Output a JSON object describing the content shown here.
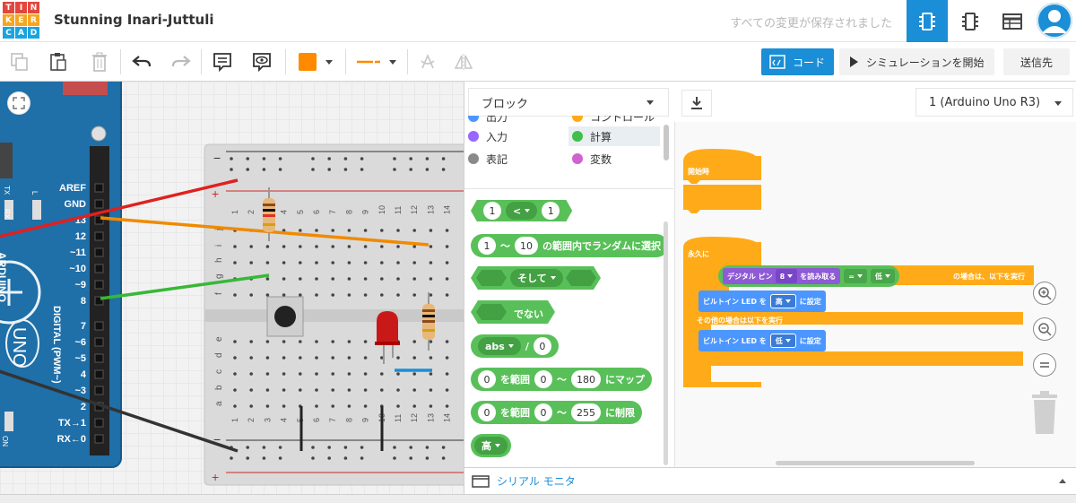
{
  "header": {
    "logo_letters": [
      "T",
      "I",
      "N",
      "K",
      "E",
      "R",
      "C",
      "A",
      "D"
    ],
    "logo_colors": [
      "#e2473e",
      "#e2473e",
      "#e2473e",
      "#f6a623",
      "#f6a623",
      "#f6a623",
      "#1aa4df",
      "#1aa4df",
      "#1aa4df"
    ],
    "title": "Stunning Inari-Juttuli",
    "saved_status": "すべての変更が保存されました",
    "accent": "#1a8ed6"
  },
  "toolbar": {
    "code_label": "コード",
    "simulate_label": "シミュレーションを開始",
    "send_label": "送信先",
    "color_swatch": "#ff8a00"
  },
  "code_panel": {
    "mode_dropdown": "ブロック",
    "device_dropdown": "1 (Arduino Uno R3)",
    "categories": [
      {
        "label": "出力",
        "color": "#4c97ff"
      },
      {
        "label": "コントロール",
        "color": "#ffab19"
      },
      {
        "label": "入力",
        "color": "#9966ff"
      },
      {
        "label": "計算",
        "color": "#40bf4a"
      },
      {
        "label": "表記",
        "color": "#8a8a8a"
      },
      {
        "label": "変数",
        "color": "#cf63cf"
      }
    ],
    "palette": {
      "compare": {
        "left": "1",
        "op": "<",
        "right": "1"
      },
      "random": {
        "from": "1",
        "sep": "〜",
        "to": "10",
        "suffix": "の範囲内でランダムに選択"
      },
      "and_label": "そして",
      "not_label": "でない",
      "math": {
        "fn": "abs",
        "sep": "/",
        "value": "0"
      },
      "map": {
        "value": "0",
        "label1": "を範囲",
        "from": "0",
        "sep": "〜",
        "to": "180",
        "suffix": "にマップ"
      },
      "constrain": {
        "value": "0",
        "label1": "を範囲",
        "from": "0",
        "sep": "〜",
        "to": "255",
        "suffix": "に制限"
      },
      "high_label": "高"
    },
    "workspace": {
      "start_label": "開始時",
      "forever_label": "永久に",
      "if_pin_label": "デジタル ピン",
      "pin_value": "8",
      "read_label": "を読み取る",
      "eq_op": "=",
      "low_value": "低",
      "then_label": "の場合は、以下を実行",
      "led1_label": "ビルトイン LED を",
      "led1_value": "高",
      "set_label": "に設定",
      "else_label": "その他の場合は以下を実行",
      "led2_label": "ビルトイン LED を",
      "led2_value": "低"
    },
    "serial_monitor": "シリアル モニタ"
  },
  "canvas": {
    "arduino_labels": [
      "AREF",
      "GND",
      "13",
      "12",
      "~11",
      "~10",
      "~9",
      "8",
      "7",
      "~6",
      "~5",
      "4",
      "~3",
      "2",
      "TX→1",
      "RX←0"
    ],
    "arduino_text": {
      "digital": "DIGITAL (PWM~)",
      "uno": "UNO",
      "tx": "TX",
      "rx": "RX",
      "l": "L",
      "on": "ON",
      "arduino": "ARDUINO"
    },
    "breadboard_cols": [
      "1",
      "2",
      "3",
      "4",
      "5",
      "6",
      "7",
      "8",
      "9",
      "10",
      "11",
      "12",
      "13",
      "14"
    ],
    "breadboard_rows_top": [
      "j",
      "i",
      "h",
      "g",
      "f"
    ],
    "breadboard_rows_bottom": [
      "e",
      "d",
      "c",
      "b",
      "a"
    ],
    "minus": "−",
    "plus": "+"
  }
}
